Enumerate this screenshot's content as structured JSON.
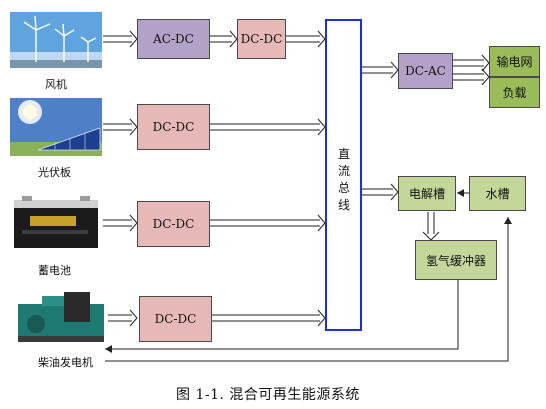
{
  "sources": {
    "wind": "风机",
    "pv": "光伏板",
    "battery": "蓄电池",
    "diesel": "柴油发电机"
  },
  "converters": {
    "wind_acdc": "AC-DC",
    "wind_dcdc": "DC-DC",
    "pv_dcdc": "DC-DC",
    "battery_dcdc": "DC-DC",
    "diesel_dcdc": "DC-DC",
    "dcac": "DC-AC"
  },
  "bus": {
    "label": [
      "直",
      "流",
      "总",
      "线"
    ]
  },
  "outputs": {
    "grid": "输电网",
    "load": "负载"
  },
  "hydrogen": {
    "electrolyzer": "电解槽",
    "water_tank": "水槽",
    "buffer": "氢气缓冲器"
  },
  "caption": "图 1-1. 混合可再生能源系统",
  "colors": {
    "bus": "#1f2fd6",
    "dcdc": "#e6b9b8",
    "acdc": "#b3a2c7",
    "hydrogen": "#c4d79b",
    "outputs": "#9bbb59"
  },
  "icons": [
    "wind-turbine-icon",
    "solar-panel-icon",
    "battery-icon",
    "diesel-generator-icon"
  ]
}
